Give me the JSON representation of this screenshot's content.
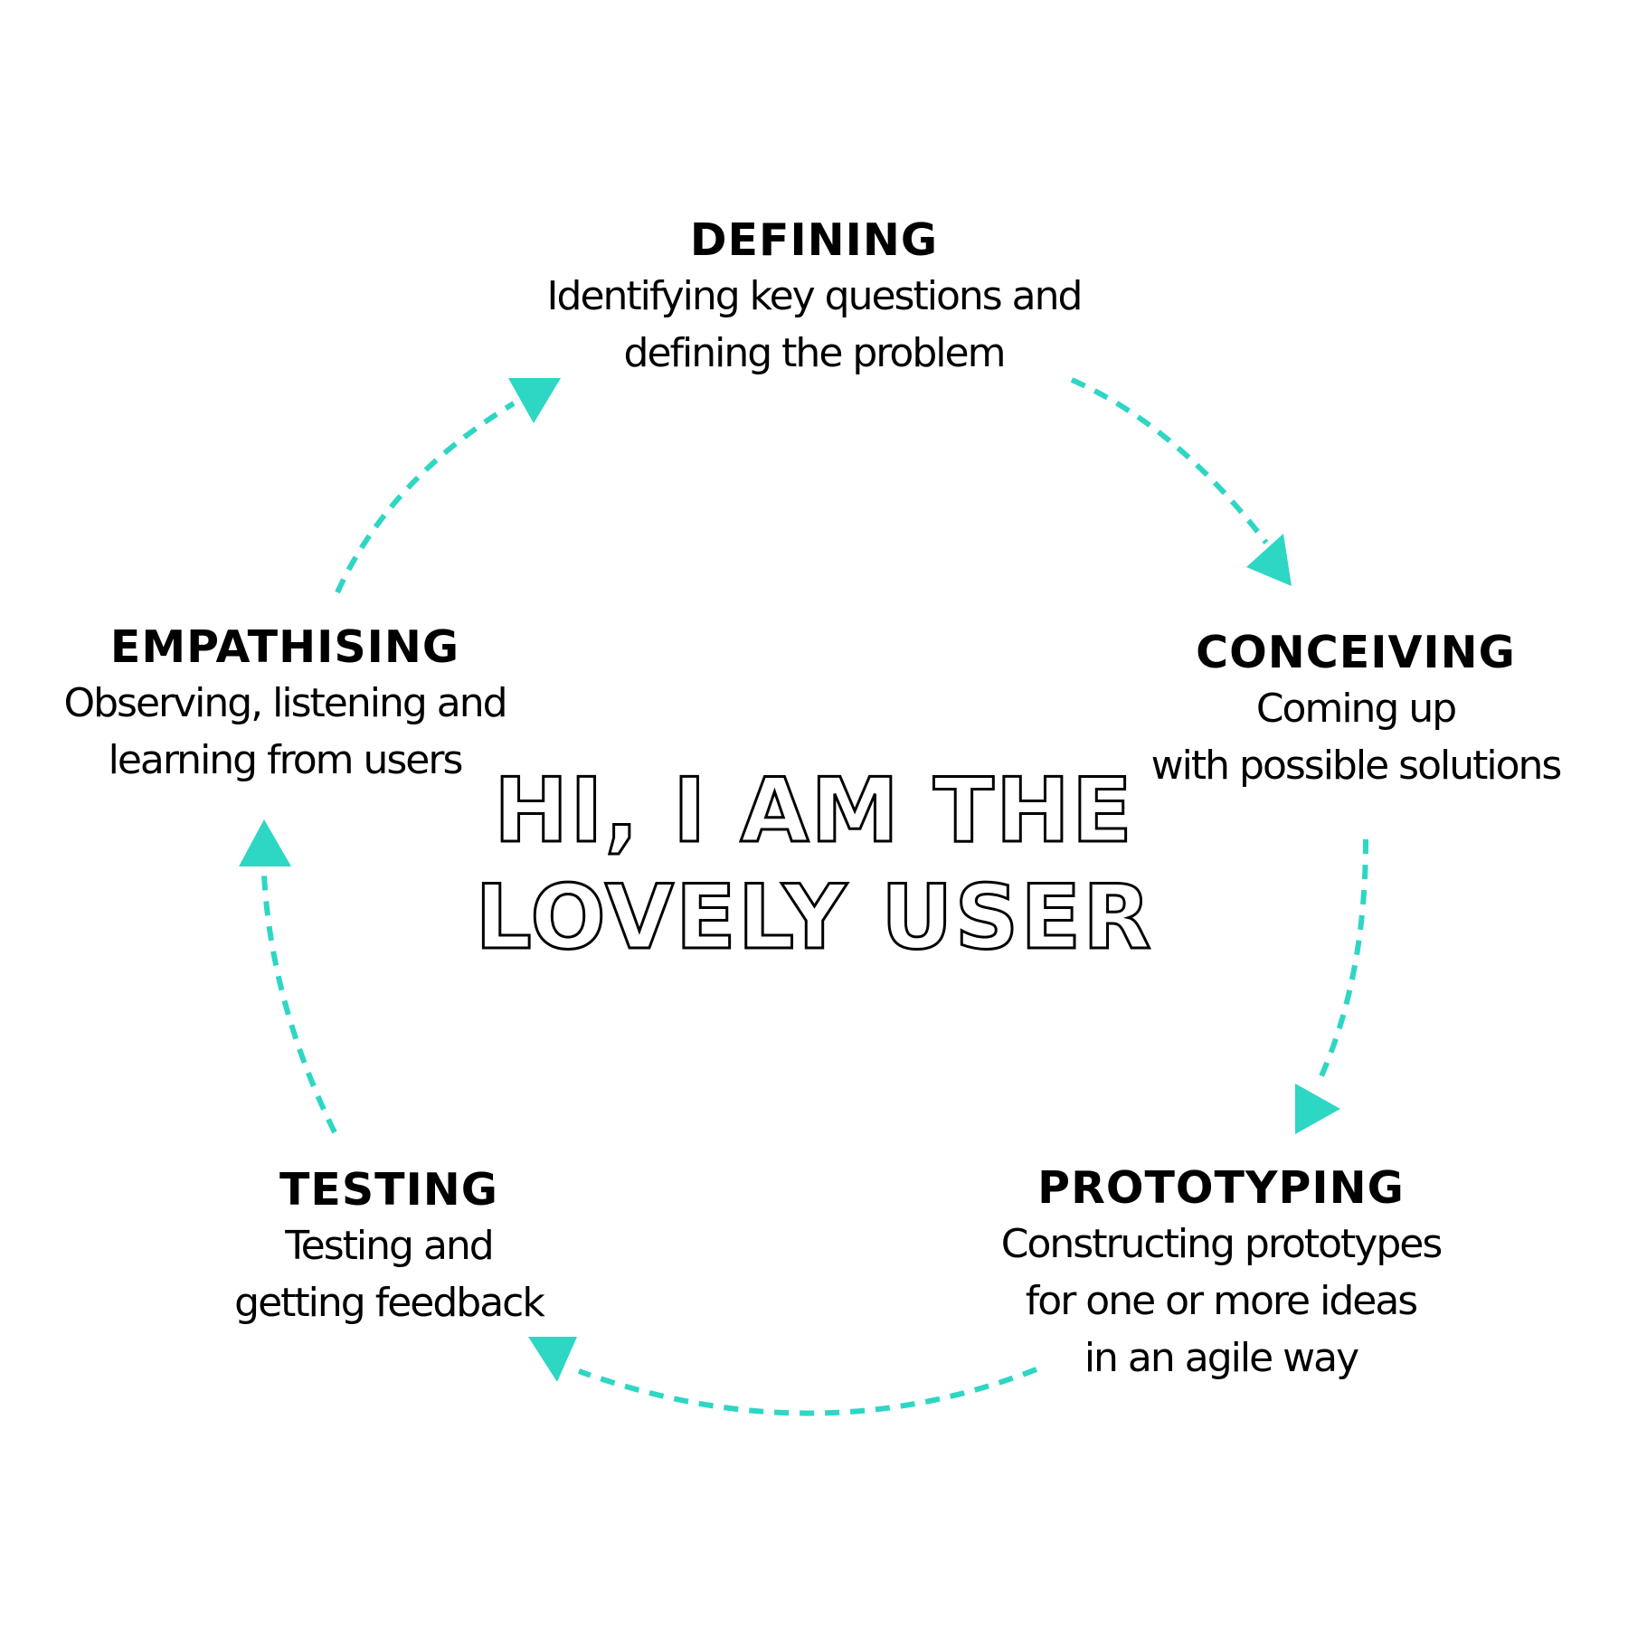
{
  "accent_color": "#2ed6c4",
  "center": {
    "line1": "HI, I AM THE",
    "line2": "LOVELY USER"
  },
  "stages": {
    "defining": {
      "title": "DEFINING",
      "description": "Identifying key questions and\ndefining the problem"
    },
    "conceiving": {
      "title": "CONCEIVING",
      "description": "Coming up\nwith possible solutions"
    },
    "prototyping": {
      "title": "PROTOTYPING",
      "description": "Constructing prototypes\nfor one or more ideas\nin an agile way"
    },
    "testing": {
      "title": "TESTING",
      "description": "Testing and\ngetting feedback"
    },
    "empathising": {
      "title": "EMPATHISING",
      "description": "Observing, listening and\nlearning from users"
    }
  }
}
